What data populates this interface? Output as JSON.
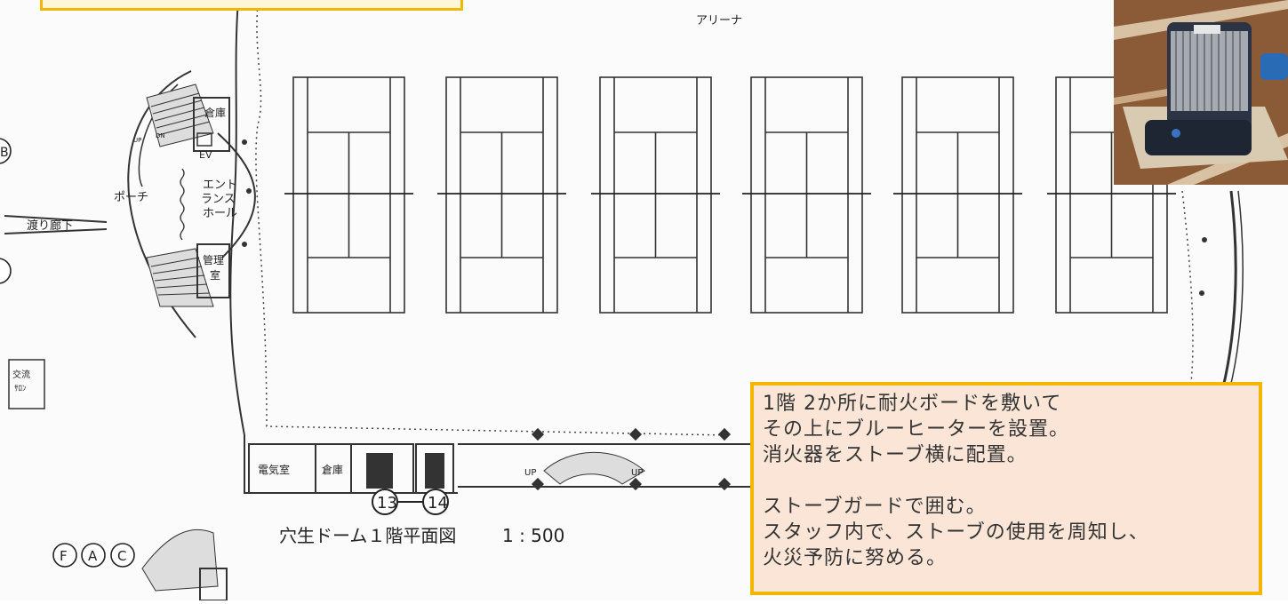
{
  "plan": {
    "arena_label": "アリーナ",
    "porch_label": "ポーチ",
    "corridor_label": "渡り廊下",
    "entrance_label_1": "エント",
    "entrance_label_2": "ランス",
    "entrance_label_3": "ホール",
    "storage_label": "倉庫",
    "ev_label": "EV",
    "admin_label_1": "管理",
    "admin_label_2": "室",
    "lounge_label_1": "交流",
    "lounge_label_2": "ｻﾛﾝ",
    "electric_room_label": "電気室",
    "storage_label_2": "倉庫",
    "marker_13": "13",
    "marker_14": "14",
    "title": "穴生ドーム１階平面図",
    "scale": "1 : 500",
    "circle_letters": [
      "F",
      "A",
      "C"
    ],
    "left_marker_top": "B",
    "up_label": "UP",
    "dn_label": "DN"
  },
  "note": {
    "lines": [
      "1階 2か所に耐火ボードを敷いて",
      "その上にブルーヒーターを設置。",
      "消火器をストーブ横に配置。",
      "",
      "ストーブガードで囲む。",
      "スタッフ内で、ストーブの使用を周知し、",
      "火災予防に努める。"
    ]
  },
  "photo": {
    "subject": "heater-photo"
  }
}
